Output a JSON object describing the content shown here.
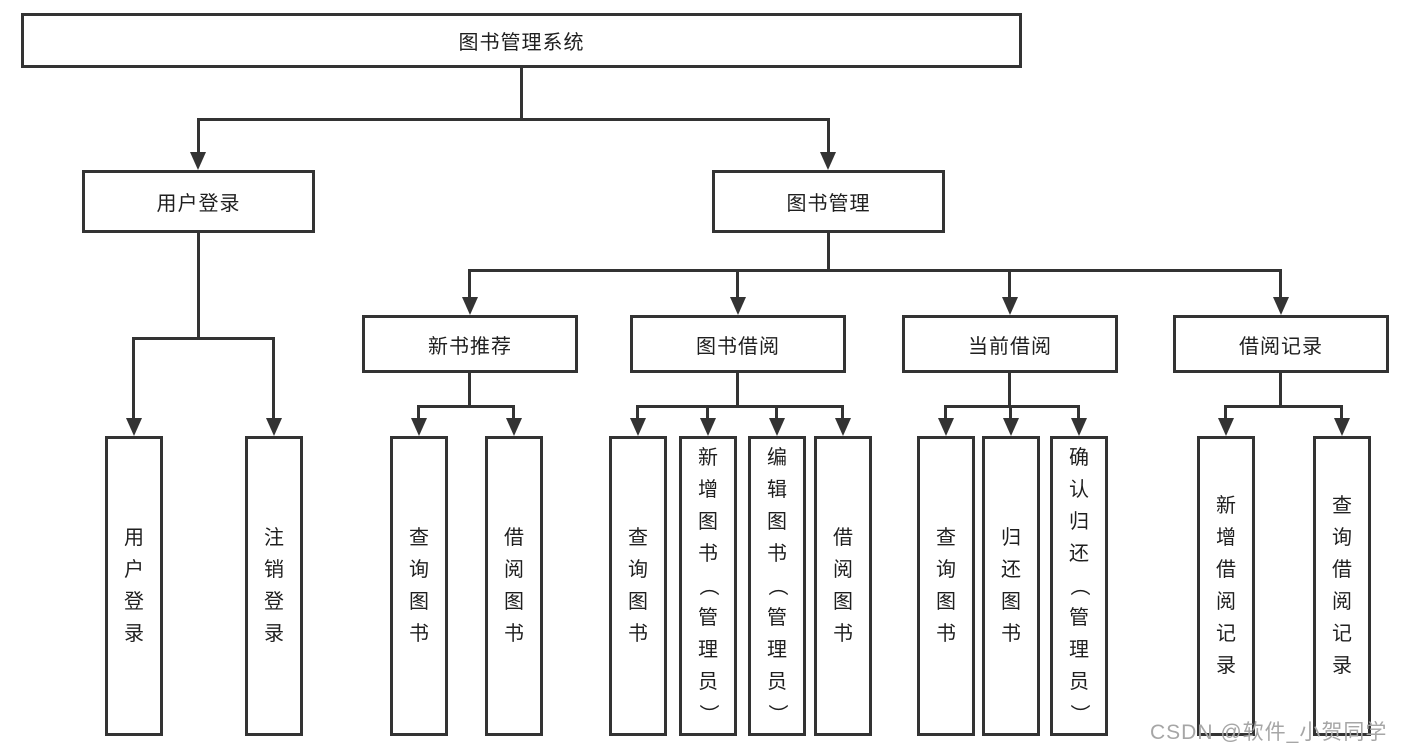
{
  "root": {
    "label": "图书管理系统"
  },
  "level2": [
    {
      "label": "用户登录"
    },
    {
      "label": "图书管理"
    }
  ],
  "level3": [
    {
      "label": "新书推荐"
    },
    {
      "label": "图书借阅"
    },
    {
      "label": "当前借阅"
    },
    {
      "label": "借阅记录"
    }
  ],
  "leaves": [
    {
      "label": "用户登录"
    },
    {
      "label": "注销登录"
    },
    {
      "label": "查询图书"
    },
    {
      "label": "借阅图书"
    },
    {
      "label": "查询图书"
    },
    {
      "label": "新增图书（管理员）"
    },
    {
      "label": "编辑图书（管理员）"
    },
    {
      "label": "借阅图书"
    },
    {
      "label": "查询图书"
    },
    {
      "label": "归还图书"
    },
    {
      "label": "确认归还（管理员）"
    },
    {
      "label": "新增借阅记录"
    },
    {
      "label": "查询借阅记录"
    }
  ],
  "watermark": {
    "text": "CSDN @软件_小贺同学"
  },
  "colors": {
    "line": "#333333",
    "text": "#1f1f1f",
    "background": "#ffffff",
    "watermark": "#a6a6a6"
  }
}
